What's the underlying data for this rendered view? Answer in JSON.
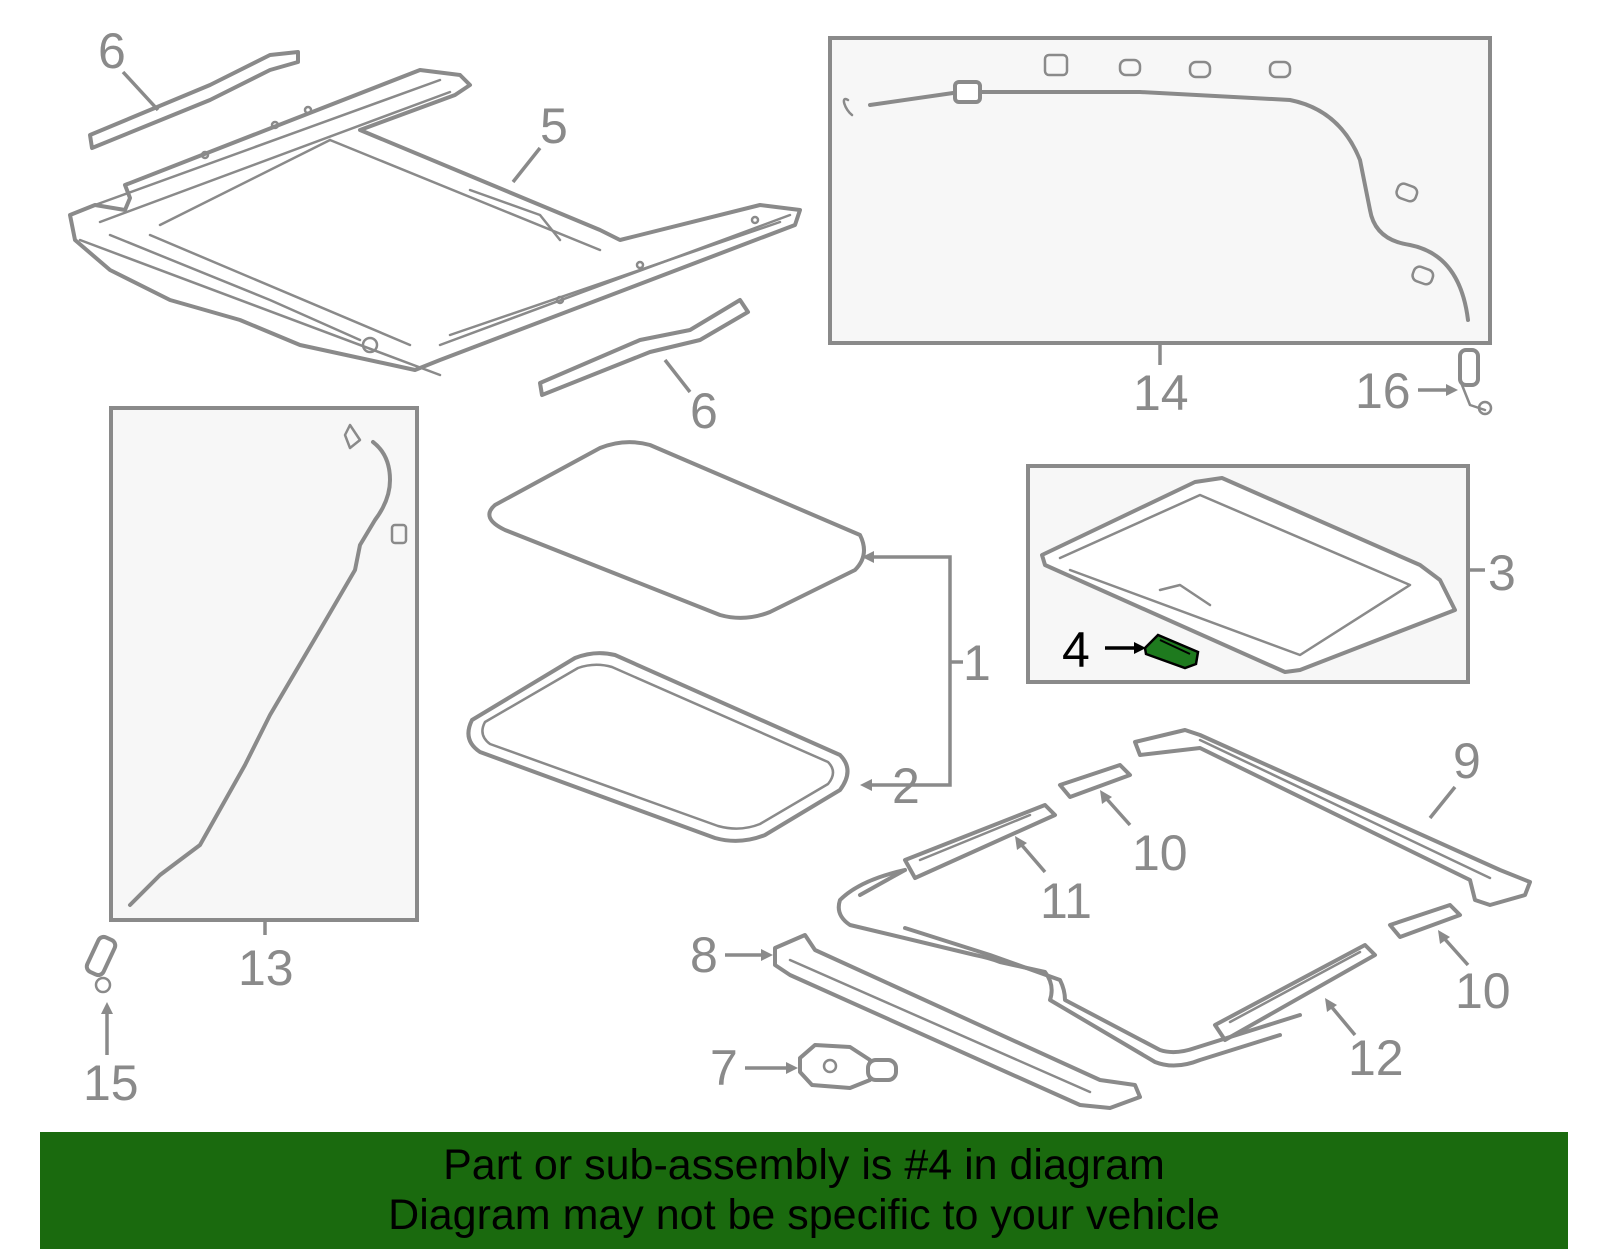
{
  "diagram": {
    "highlight_color": "#1e7a1e",
    "banner_color": "#1a6a0e",
    "callouts": {
      "c1": "1",
      "c2": "2",
      "c3": "3",
      "c4": "4",
      "c5": "5",
      "c6a": "6",
      "c6b": "6",
      "c7": "7",
      "c8": "8",
      "c9": "9",
      "c10a": "10",
      "c10b": "10",
      "c11": "11",
      "c12": "12",
      "c13": "13",
      "c14": "14",
      "c15": "15",
      "c16": "16"
    }
  },
  "banner": {
    "line1": "Part or sub-assembly is #4 in diagram",
    "line2": "Diagram may not be specific to your vehicle"
  }
}
